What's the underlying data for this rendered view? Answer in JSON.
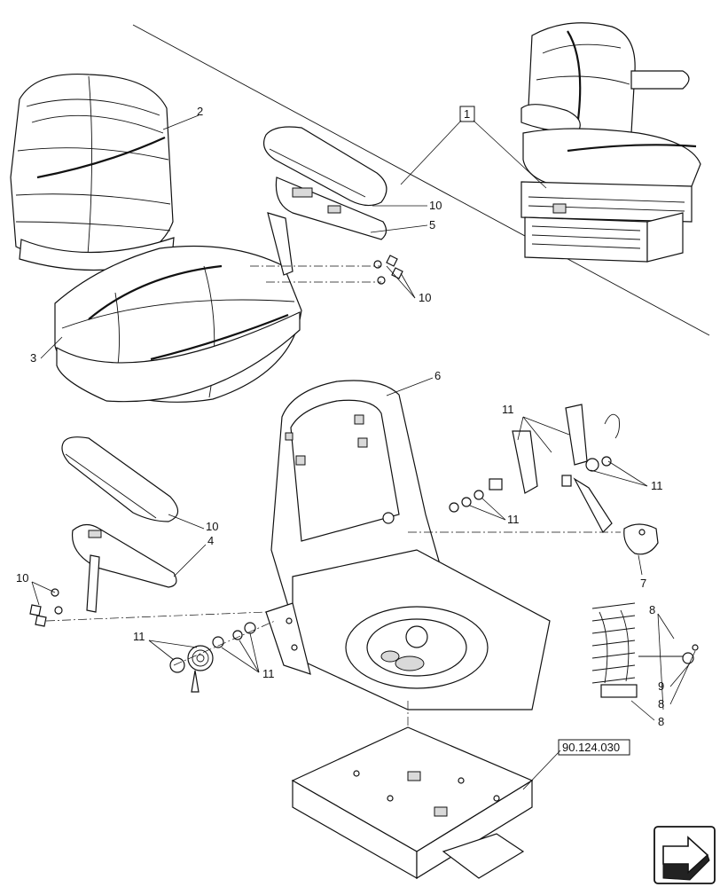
{
  "callouts": {
    "c1": "1",
    "c2": "2",
    "c3": "3",
    "c4": "4",
    "c5": "5",
    "c6": "6",
    "c7": "7",
    "c8a": "8",
    "c8b": "8",
    "c8c": "8",
    "c9": "9",
    "c10a": "10",
    "c10b": "10",
    "c10c": "10",
    "c10d": "10",
    "c11a": "11",
    "c11b": "11",
    "c11c": "11",
    "c11d": "11",
    "c11e": "11"
  },
  "reference": "90.124.030",
  "nav_arrow_icon": "page-forward-arrow-icon"
}
